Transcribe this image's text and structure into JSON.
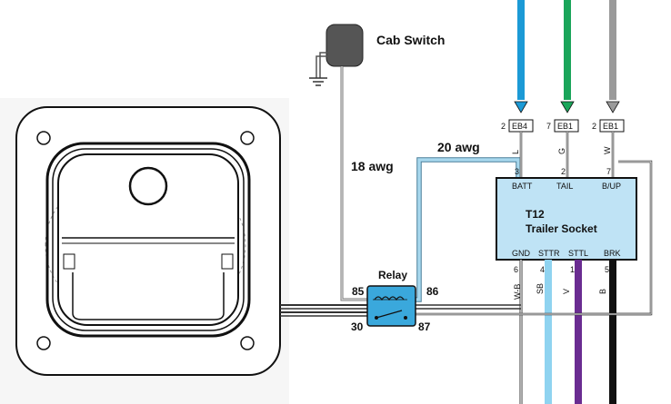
{
  "cab_switch": {
    "label": "Cab Switch"
  },
  "wire_gauges": {
    "switch_wire": "18 awg",
    "battery_wire": "20 awg"
  },
  "relay": {
    "label": "Relay",
    "pins": {
      "p85": "85",
      "p86": "86",
      "p30": "30",
      "p87": "87"
    }
  },
  "socket": {
    "id": "T12",
    "name": "Trailer Socket",
    "top_terminals": [
      "BATT",
      "TAIL",
      "B/UP"
    ],
    "bottom_terminals": [
      "GND",
      "STTR",
      "STTL",
      "BRK"
    ],
    "top_pins": [
      "3",
      "2",
      "7"
    ],
    "bottom_pins": [
      "6",
      "4",
      "1",
      "5"
    ]
  },
  "connectors": [
    {
      "pin": "2",
      "code": "EB4",
      "wire_code": "L",
      "color": "#1c9ad6"
    },
    {
      "pin": "7",
      "code": "EB1",
      "wire_code": "G",
      "color": "#1aa55a"
    },
    {
      "pin": "2",
      "code": "EB1",
      "wire_code": "W",
      "color": "#9a9a9a"
    }
  ],
  "bottom_wires": [
    {
      "code": "W-B",
      "color": "#ffffff"
    },
    {
      "code": "SB",
      "color": "#8fd3f0"
    },
    {
      "code": "V",
      "color": "#6a2c91"
    },
    {
      "code": "B",
      "color": "#111111"
    }
  ],
  "colors": {
    "socket_fill": "#bfe3f5",
    "relay_fill": "#3aa8dc",
    "switch_fill": "#555555",
    "battery_wire": "#a8d8ee"
  }
}
